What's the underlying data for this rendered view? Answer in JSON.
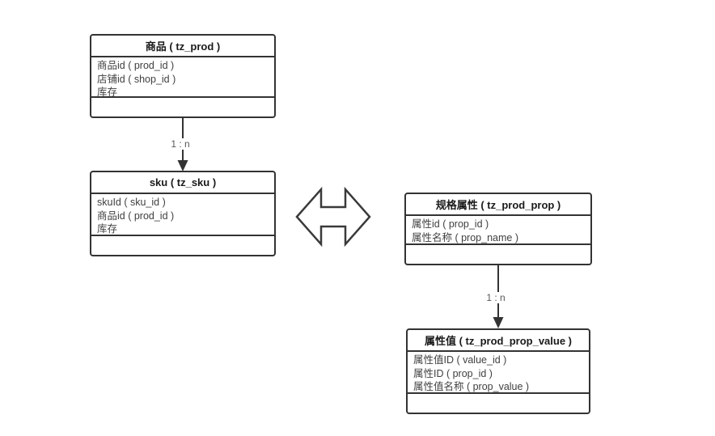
{
  "diagram": {
    "entities": [
      {
        "id": "prod",
        "title": "商品 ( tz_prod )",
        "fields": [
          "商品id ( prod_id )",
          "店铺id ( shop_id )",
          "库存"
        ]
      },
      {
        "id": "sku",
        "title": "sku ( tz_sku )",
        "fields": [
          "skuId ( sku_id )",
          "商品id ( prod_id )",
          "库存"
        ]
      },
      {
        "id": "prod_prop",
        "title": "规格属性 ( tz_prod_prop )",
        "fields": [
          "属性id ( prop_id )",
          "属性名称 ( prop_name )"
        ]
      },
      {
        "id": "prod_prop_value",
        "title": "属性值 ( tz_prod_prop_value )",
        "fields": [
          "属性值ID ( value_id )",
          "属性ID ( prop_id )",
          "属性值名称 ( prop_value )"
        ]
      }
    ],
    "relations": [
      {
        "from": "prod",
        "to": "sku",
        "label": "1 : n"
      },
      {
        "from": "prod_prop",
        "to": "prod_prop_value",
        "label": "1 : n"
      }
    ],
    "icons": {
      "bidirectional_arrow": "double-headed-horizontal-arrow"
    },
    "colors": {
      "background": "#ffffff",
      "box_border": "#333333",
      "header_text": "#1a1a1a",
      "field_text": "#3f3f3f",
      "relation_label_text": "#595959",
      "arrow_stroke": "#333333"
    }
  }
}
